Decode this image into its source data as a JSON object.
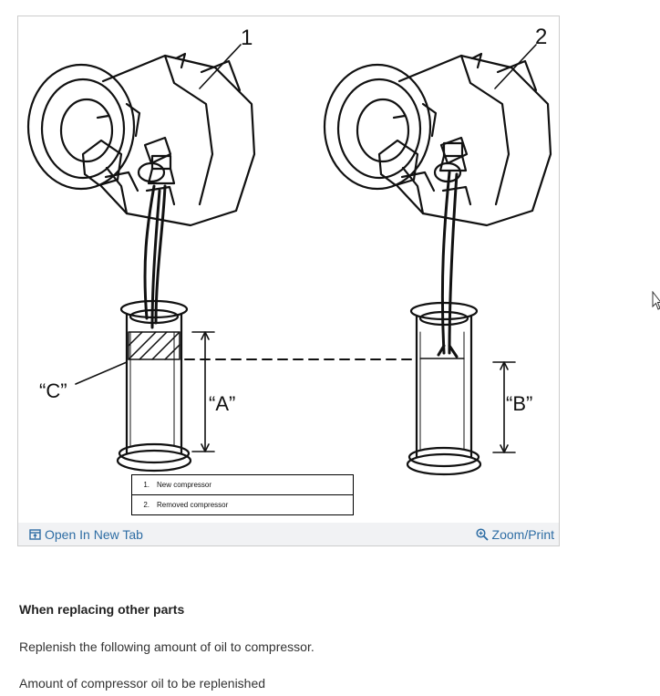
{
  "figure": {
    "callouts": {
      "one": "1",
      "two": "2",
      "c": "“C”",
      "a": "“A”",
      "b": "“B”"
    },
    "legend": [
      {
        "num": "1.",
        "text": "New compressor"
      },
      {
        "num": "2.",
        "text": "Removed compressor"
      }
    ],
    "toolbar": {
      "open_label": "Open In New Tab",
      "zoom_label": "Zoom/Print",
      "open_icon": "open-new-tab-icon",
      "zoom_icon": "magnifier-icon",
      "accent_color": "#2e6da4"
    }
  },
  "content": {
    "heading": "When replacing other parts",
    "paragraphs": [
      "Replenish the following amount of oil to compressor.",
      "Amount of compressor oil to be replenished"
    ]
  }
}
